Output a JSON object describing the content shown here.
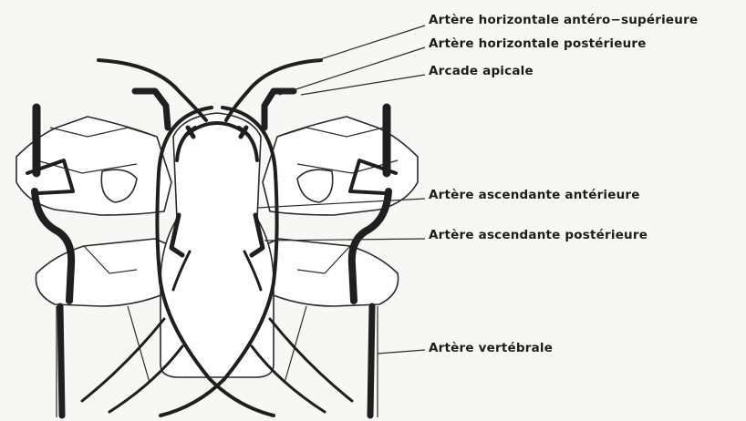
{
  "labels": {
    "horizontal_antero_superieure": "Artère horizontale antéro−supérieure",
    "horizontal_posterieure": "Artère horizontale postérieure",
    "arcade_apicale": "Arcade apicale",
    "ascendante_anterieure": "Artère ascendante antérieure",
    "ascendante_posterieure": "Artère ascendante postérieure",
    "vertebrale": "Artère vertébrale"
  },
  "colors": {
    "ink": "#1f1f1f",
    "paper": "#f7f7f5"
  }
}
